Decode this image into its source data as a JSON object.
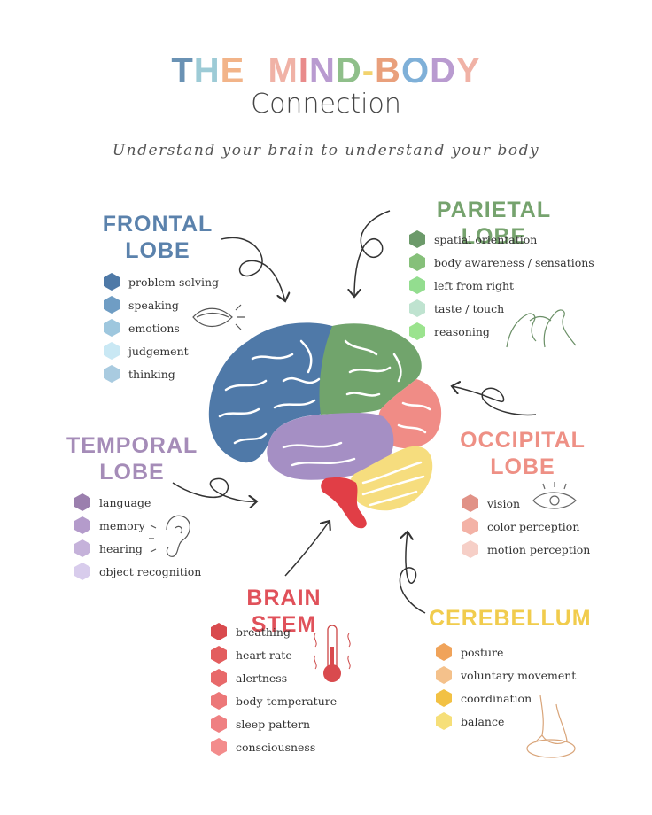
{
  "title": {
    "words": [
      {
        "text": "THE",
        "color": "#6d93b8"
      },
      {
        "text": "MIND-BODY",
        "color": "#f0a39b"
      }
    ],
    "letter_colors": [
      "#6a92b4",
      "#9dcbd6",
      "#f2b489",
      "#ffffff",
      "#e98b8b",
      "#b99bd0",
      "#8fbf8a",
      "#f2d36e",
      "#e9a07c",
      "#7fb0d8",
      "#b99bd0",
      "#f0b2a6",
      "#a9cf8e"
    ],
    "subtitle": "Connection",
    "tagline": "Understand your brain to understand your body"
  },
  "sections": {
    "frontal": {
      "heading_line1": "FRONTAL",
      "heading_line2": "LOBE",
      "color": "#5b82ac",
      "items": [
        {
          "label": "problem-solving",
          "color": "#4e79a7"
        },
        {
          "label": "speaking",
          "color": "#6f9dc4"
        },
        {
          "label": "emotions",
          "color": "#9ec7de"
        },
        {
          "label": "judgement",
          "color": "#c9e8f4"
        },
        {
          "label": "thinking",
          "color": "#a9cbe0"
        }
      ]
    },
    "parietal": {
      "heading": "PARIETAL LOBE",
      "color": "#76a36e",
      "items": [
        {
          "label": "spatial orientation",
          "color": "#6c9a6a"
        },
        {
          "label": "body awareness / sensations",
          "color": "#86c07a"
        },
        {
          "label": "left from right",
          "color": "#93dd8f"
        },
        {
          "label": "taste / touch",
          "color": "#bfe3d0"
        },
        {
          "label": "reasoning",
          "color": "#9be38e"
        }
      ]
    },
    "temporal": {
      "heading_line1": "TEMPORAL",
      "heading_line2": "LOBE",
      "color": "#a58cb8",
      "items": [
        {
          "label": "language",
          "color": "#9b7fae"
        },
        {
          "label": "memory",
          "color": "#b49bcb"
        },
        {
          "label": "hearing",
          "color": "#c5b2da"
        },
        {
          "label": "object recognition",
          "color": "#d8ccec"
        }
      ]
    },
    "occipital": {
      "heading_line1": "OCCIPITAL",
      "heading_line2": "LOBE",
      "color": "#ee9085",
      "items": [
        {
          "label": "vision",
          "color": "#e19287"
        },
        {
          "label": "color perception",
          "color": "#f3b2a6"
        },
        {
          "label": "motion perception",
          "color": "#f6cfc7"
        }
      ]
    },
    "brainstem": {
      "heading": "BRAIN STEM",
      "color": "#e0515a",
      "items": [
        {
          "label": "breathing",
          "color": "#d94a4e"
        },
        {
          "label": "heart rate",
          "color": "#e35d5e"
        },
        {
          "label": "alertness",
          "color": "#e8696a"
        },
        {
          "label": "body temperature",
          "color": "#ec7778"
        },
        {
          "label": "sleep pattern",
          "color": "#ef8082"
        },
        {
          "label": "consciousness",
          "color": "#f38c8c"
        }
      ]
    },
    "cerebellum": {
      "heading": "CEREBELLUM",
      "color": "#f1cc4d",
      "items": [
        {
          "label": "posture",
          "color": "#f0a35a"
        },
        {
          "label": "voluntary movement",
          "color": "#f4c18b"
        },
        {
          "label": "coordination",
          "color": "#f2c144"
        },
        {
          "label": "balance",
          "color": "#f6df79"
        }
      ]
    }
  },
  "brain_colors": {
    "frontal": "#4f79a8",
    "parietal": "#71a46c",
    "occipital": "#f08c86",
    "temporal": "#a58fc4",
    "cerebellum": "#f6dd7e",
    "stem": "#e13e46"
  },
  "icons": [
    "mouth-icon",
    "hands-icon",
    "ear-icon",
    "eye-icon",
    "thermometer-icon",
    "foot-icon"
  ]
}
